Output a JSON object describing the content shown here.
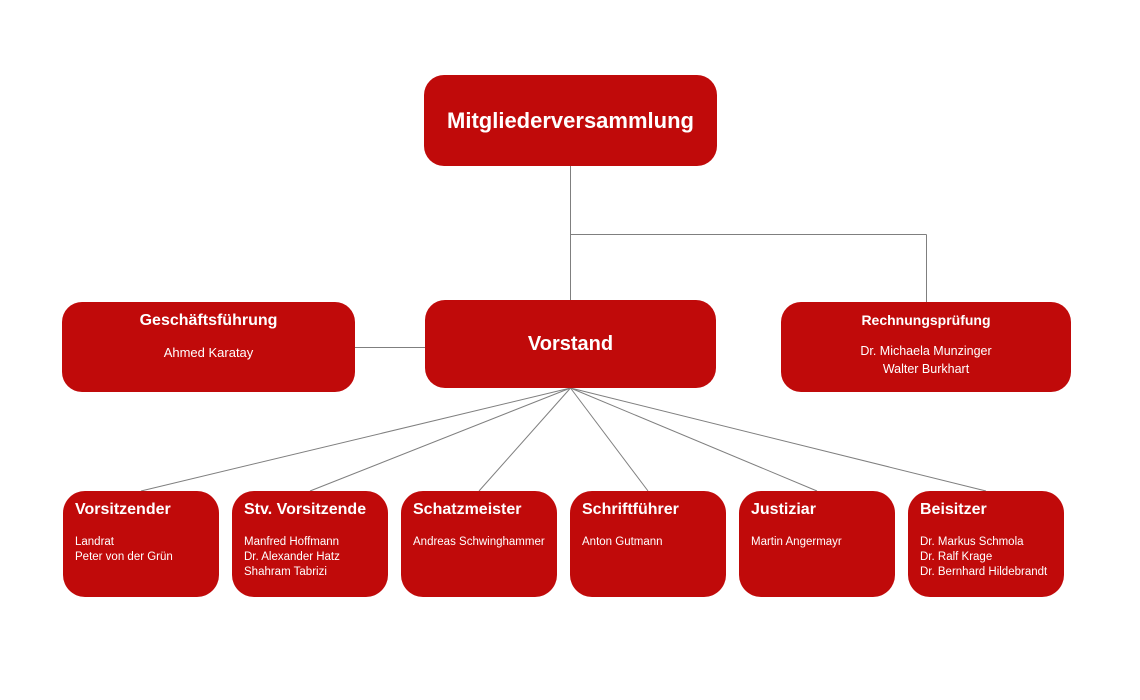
{
  "diagram": {
    "accent_color": "#c00a0a",
    "line_color": "#7f7f7f",
    "nodes": {
      "mitgliederversammlung": {
        "title": "Mitgliederversammlung",
        "members": []
      },
      "geschaeftsfuehrung": {
        "title": "Geschäftsführung",
        "members": [
          "Ahmed Karatay"
        ]
      },
      "vorstand": {
        "title": "Vorstand",
        "members": []
      },
      "rechnungspruefung": {
        "title": "Rechnungsprüfung",
        "members": [
          "Dr. Michaela Munzinger",
          "Walter Burkhart"
        ]
      },
      "vorsitzender": {
        "title": "Vorsitzender",
        "members": [
          "Landrat",
          "Peter von der Grün"
        ]
      },
      "stv_vorsitzende": {
        "title": "Stv. Vorsitzende",
        "members": [
          "Manfred Hoffmann",
          "Dr. Alexander Hatz",
          "Shahram Tabrizi"
        ]
      },
      "schatzmeister": {
        "title": "Schatzmeister",
        "members": [
          "Andreas Schwinghammer"
        ]
      },
      "schriftfuehrer": {
        "title": "Schriftführer",
        "members": [
          "Anton Gutmann"
        ]
      },
      "justiziar": {
        "title": "Justiziar",
        "members": [
          "Martin Angermayr"
        ]
      },
      "beisitzer": {
        "title": "Beisitzer",
        "members": [
          "Dr. Markus Schmola",
          "Dr. Ralf Krage",
          "Dr. Bernhard Hildebrandt"
        ]
      }
    }
  }
}
